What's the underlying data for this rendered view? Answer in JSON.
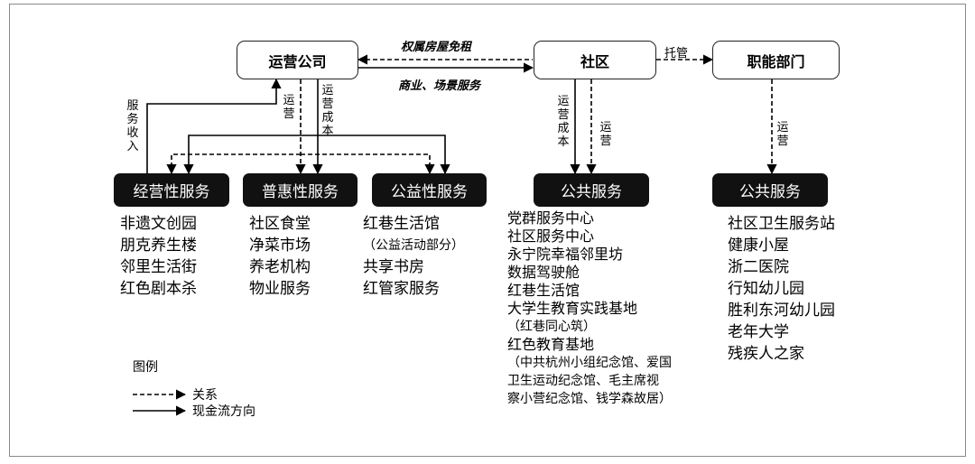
{
  "nodes": {
    "operator": "运营公司",
    "community": "社区",
    "functional_dept": "职能部门"
  },
  "categories": {
    "business": "经营性服务",
    "inclusive": "普惠性服务",
    "welfare": "公益性服务",
    "public_1": "公共服务",
    "public_2": "公共服务"
  },
  "edge_labels": {
    "rent_free": "权属房屋免租",
    "commercial": "商业、场景服务",
    "trust": "托管",
    "service_income": "服务收入",
    "operate_a": "运营",
    "operate_cost_a": "运营成本",
    "operate_cost_b": "运营成本",
    "operate_b": "运营",
    "operate_c": "运营"
  },
  "lists": {
    "business": [
      "非遗文创园",
      "朋克养生楼",
      "邻里生活街",
      "红色剧本杀"
    ],
    "inclusive": [
      "社区食堂",
      "净菜市场",
      "养老机构",
      "物业服务"
    ],
    "welfare": [
      "红巷生活馆",
      "（公益活动部分）",
      "共享书房",
      "红管家服务"
    ],
    "public_1": [
      "党群服务中心",
      "社区服务中心",
      "永宁院幸福邻里坊",
      "数据驾驶舱",
      "红巷生活馆",
      "大学生教育实践基地",
      "（红巷同心筑）",
      "红色教育基地",
      "（中共杭州小组纪念馆、爱国",
      "卫生运动纪念馆、毛主席视",
      "察小营纪念馆、钱学森故居）"
    ],
    "public_2": [
      "社区卫生服务站",
      "健康小屋",
      "浙二医院",
      "行知幼儿园",
      "胜利东河幼儿园",
      "老年大学",
      "残疾人之家"
    ]
  },
  "legend": {
    "title": "图例",
    "dashed": "关系",
    "solid": "现金流方向"
  }
}
